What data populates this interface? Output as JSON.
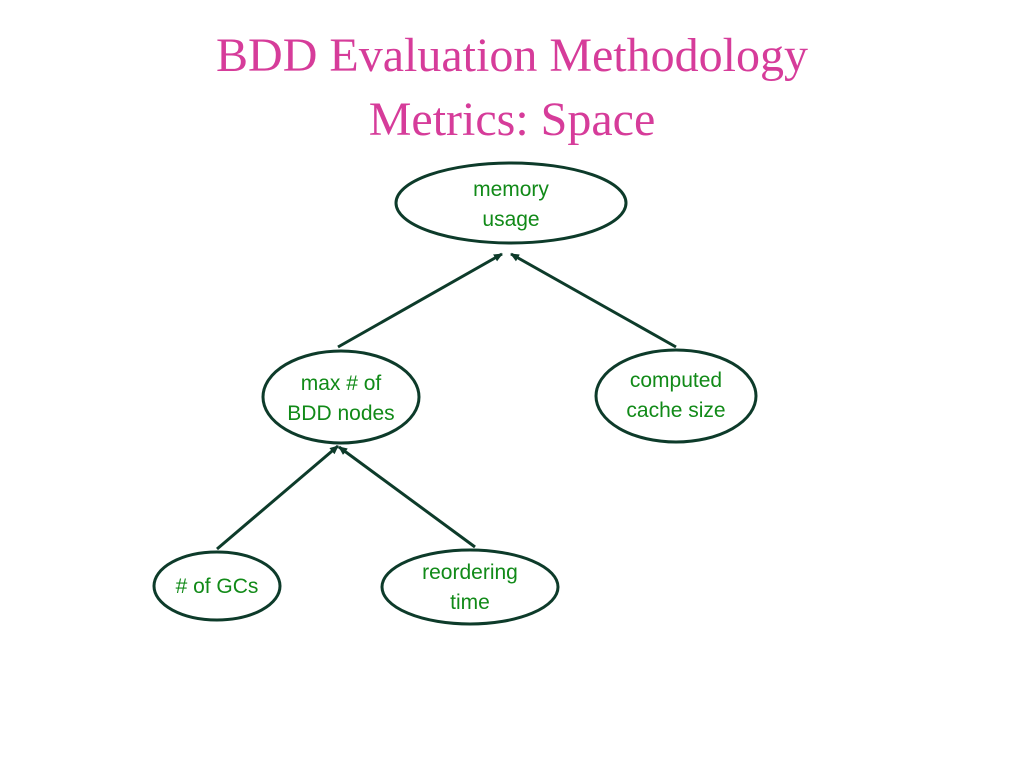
{
  "slide": {
    "title_line_1": "BDD Evaluation Methodology",
    "title_line_2": "Metrics: Space"
  },
  "diagram": {
    "nodes": {
      "memory_usage": {
        "line1": "memory",
        "line2": "usage"
      },
      "max_bdd_nodes": {
        "line1": "max # of",
        "line2": "BDD nodes"
      },
      "computed_cache_size": {
        "line1": "computed",
        "line2": "cache size"
      },
      "num_gcs": {
        "line1": "# of GCs"
      },
      "reordering_time": {
        "line1": "reordering",
        "line2": "time"
      }
    },
    "edges": [
      {
        "from": "max_bdd_nodes",
        "to": "memory_usage"
      },
      {
        "from": "computed_cache_size",
        "to": "memory_usage"
      },
      {
        "from": "num_gcs",
        "to": "max_bdd_nodes"
      },
      {
        "from": "reordering_time",
        "to": "max_bdd_nodes"
      }
    ],
    "colors": {
      "text": "#118a18",
      "stroke": "#0d3b2a",
      "title": "#d63c9a"
    }
  }
}
